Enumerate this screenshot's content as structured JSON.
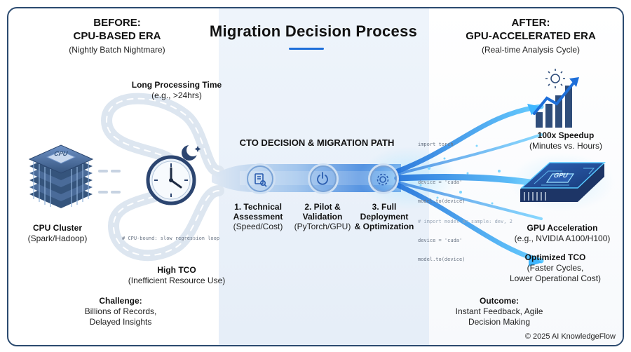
{
  "title": "Migration Decision Process",
  "before": {
    "heading_line1": "BEFORE:",
    "heading_line2": "CPU-BASED ERA",
    "subtitle": "(Nightly Batch Nightmare)",
    "long_processing_label": "Long Processing Time",
    "long_processing_sub": "(e.g., >24hrs)",
    "cpu_chip_text": "CPU",
    "cpu_cluster_label": "CPU Cluster",
    "cpu_cluster_sub": "(Spark/Hadoop)",
    "code_comment": "# CPU-bound: slow regression loop",
    "high_tco_label": "High TCO",
    "high_tco_sub": "(Inefficient Resource Use)",
    "challenge_label": "Challenge:",
    "challenge_line1": "Billions of Records,",
    "challenge_line2": "Delayed Insights"
  },
  "middle": {
    "heading": "CTO DECISION & MIGRATION PATH",
    "steps": [
      {
        "line1": "1. Technical",
        "line2": "Assessment",
        "line3": "(Speed/Cost)",
        "icon": "document-search-icon"
      },
      {
        "line1": "2. Pilot &",
        "line2": "Validation",
        "line3": "(PyTorch/GPU)",
        "icon": "power-icon"
      },
      {
        "line1": "3. Full",
        "line2": "Deployment",
        "line3": "& Optimization",
        "icon": "gear-icon"
      }
    ],
    "code_top": [
      "import torch",
      "",
      "device = 'cuda'",
      "model.to(device)"
    ],
    "code_bottom": [
      "# import model or sample: dev, 2",
      "device = 'cuda'",
      "model.to(device)"
    ]
  },
  "after": {
    "heading_line1": "AFTER:",
    "heading_line2": "GPU-ACCELERATED ERA",
    "subtitle": "(Real-time Analysis Cycle)",
    "speedup_label": "100x Speedup",
    "speedup_sub": "(Minutes vs. Hours)",
    "gpu_chip_text": "GPU",
    "gpu_accel_label": "GPU Acceleration",
    "gpu_accel_sub": "(e.g., NVIDIA A100/H100)",
    "tco_label": "Optimized TCO",
    "tco_sub1": "(Faster Cycles,",
    "tco_sub2": "Lower Operational Cost)",
    "outcome_label": "Outcome:",
    "outcome_line1": "Instant Feedback, Agile",
    "outcome_line2": "Decision Making"
  },
  "copyright": "© 2025 AI KnowledgeFlow",
  "colors": {
    "accent": "#1e6fd9",
    "glow": "#3fb6ff",
    "frame": "#2b4a6f"
  }
}
